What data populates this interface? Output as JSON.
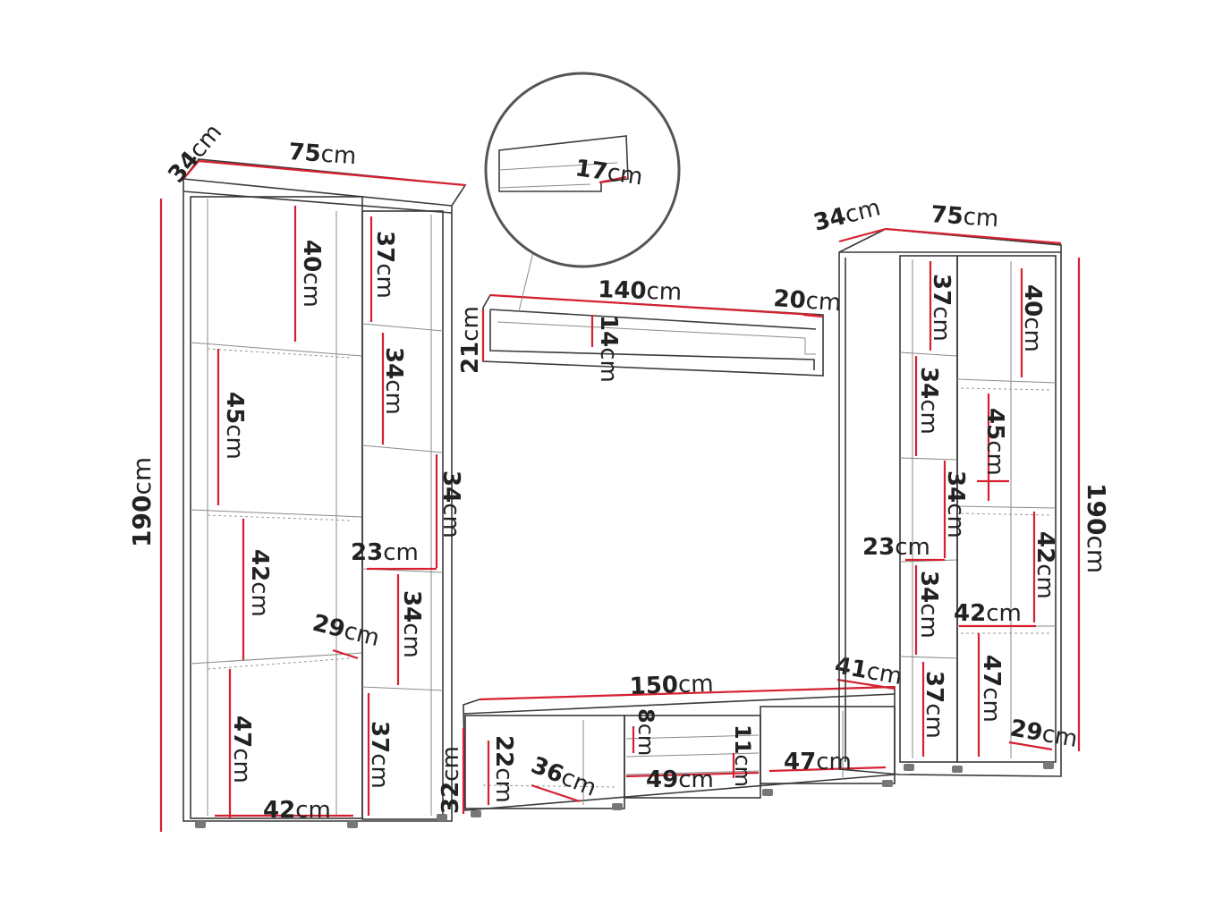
{
  "colors": {
    "dimension_line": "#d62030",
    "outline": "#3a3a3a",
    "text": "#222222"
  },
  "unit": "cm",
  "labels": {
    "left_width": "75",
    "left_depth": "34",
    "left_height": "190",
    "left_shelf_1": "40",
    "left_shelf_2": "45",
    "left_shelf_3": "42",
    "left_shelf_4": "47",
    "left_bottom_width": "42",
    "left_inner_depth": "29",
    "left_col_1": "37",
    "left_col_2": "34",
    "left_col_3": "23",
    "left_col_side": "34",
    "left_col_4": "34",
    "left_col_5": "37",
    "shelf_width": "140",
    "shelf_depth": "20",
    "shelf_height": "21",
    "shelf_inner": "14",
    "detail_value": "17",
    "tv_width": "150",
    "tv_depth": "41",
    "tv_height": "32",
    "tv_drawer_h": "22",
    "tv_drawer_d": "36",
    "tv_center_top": "8",
    "tv_center_w": "49",
    "tv_center_h": "11",
    "tv_right_w": "47",
    "right_width": "75",
    "right_depth": "34",
    "right_height": "190",
    "right_col_1": "37",
    "right_col_2": "34",
    "right_col_3": "23",
    "right_col_side": "34",
    "right_col_4": "34",
    "right_col_5": "37",
    "right_shelf_1": "40",
    "right_shelf_2": "45",
    "right_shelf_3": "42",
    "right_shelf_w": "42",
    "right_shelf_4": "47",
    "right_inner_depth": "29"
  }
}
